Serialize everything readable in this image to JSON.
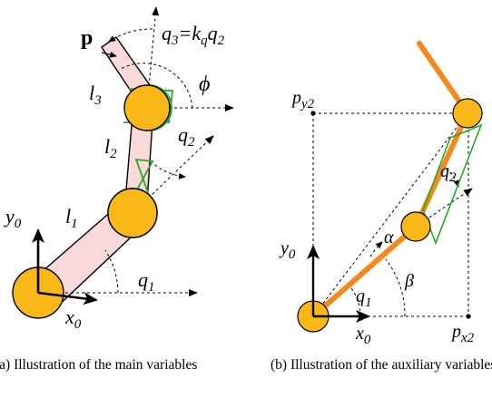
{
  "panel_a": {
    "point_label": "p",
    "q3_eq": {
      "lhs": "q",
      "lhs_sub": "3",
      "eq": "=k",
      "k_sub": "q",
      "rhs": "q",
      "rhs_sub": "2"
    },
    "phi": "ϕ",
    "q2": {
      "main": "q",
      "sub": "2"
    },
    "q1": {
      "main": "q",
      "sub": "1"
    },
    "l1": {
      "main": "l",
      "sub": "1"
    },
    "l2": {
      "main": "l",
      "sub": "2"
    },
    "l3": {
      "main": "l",
      "sub": "3"
    },
    "x0": {
      "main": "x",
      "sub": "0"
    },
    "y0": {
      "main": "y",
      "sub": "0"
    },
    "caption": "(a) Illustration of the main variables"
  },
  "panel_b": {
    "py2": {
      "main": "p",
      "sub": "y2"
    },
    "px2": {
      "main": "p",
      "sub": "x2"
    },
    "q2": {
      "main": "q",
      "sub": "2"
    },
    "q1": {
      "main": "q",
      "sub": "1"
    },
    "alpha": "α",
    "beta": "β",
    "x0": {
      "main": "x",
      "sub": "0"
    },
    "y0": {
      "main": "y",
      "sub": "0"
    },
    "caption": "(b) Illustration of the auxiliary variables"
  },
  "colors": {
    "joint_fill": "#F9B818",
    "link_fill": "#F9D9D9",
    "link_stroke": "#000000",
    "spring": "#22AA22",
    "orange_link": "#F28A1E"
  }
}
